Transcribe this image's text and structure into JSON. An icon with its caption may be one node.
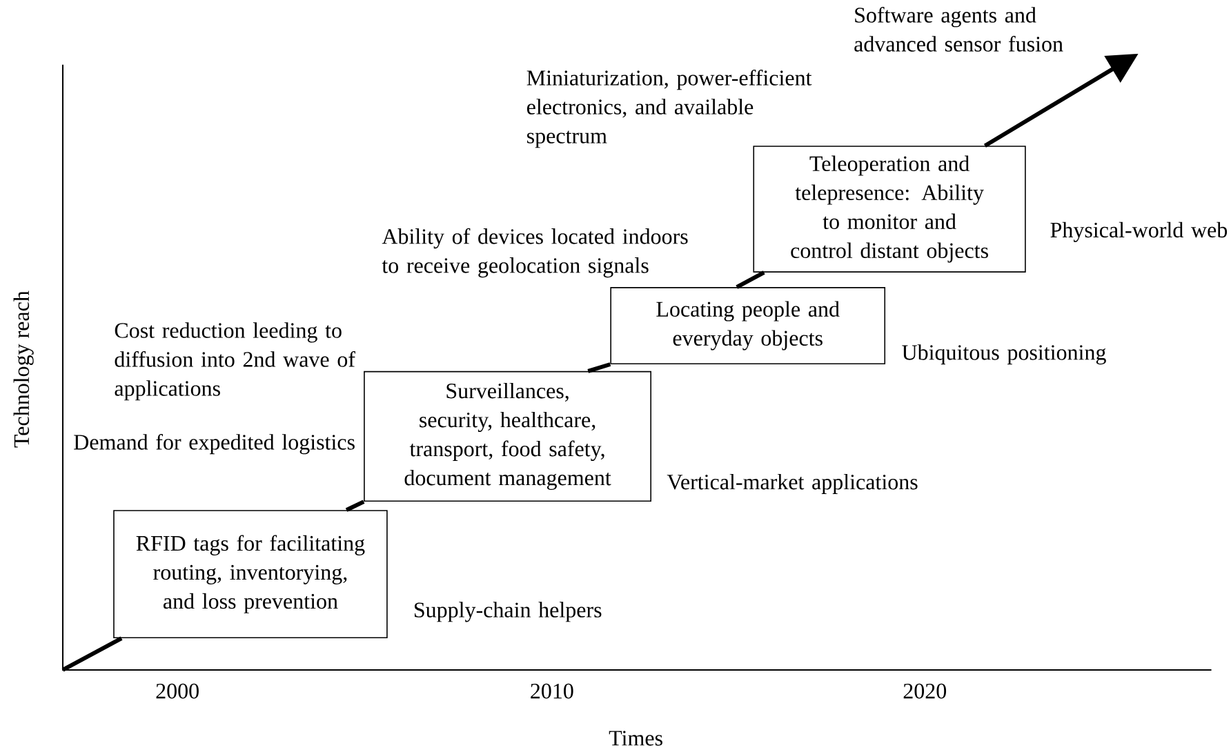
{
  "diagram": {
    "nodes": [
      {
        "text": [
          "RFID tags for facilitating routing, inventorying, and loss prevention"
        ]
      },
      {
        "text": [
          "Surveillances, security, healthcare, transport, food safety, document management"
        ]
      },
      {
        "text": [
          "Locating people and everyday objects"
        ]
      },
      {
        "text": [
          "Teleoperation and telepresence: Ability to monitor and control distant objects"
        ]
      }
    ],
    "edges": [
      {
        "from": null,
        "to": 0,
        "arrow": "none"
      },
      {
        "from": 0,
        "to": 1,
        "arrow": "none"
      },
      {
        "from": 1,
        "to": 2,
        "arrow": "none"
      },
      {
        "from": 2,
        "to": 3,
        "arrow": "none"
      },
      {
        "from": 3,
        "to": null,
        "arrow": "to"
      }
    ],
    "labels": [
      "Software agents and advanced sensor fusion",
      "Miniaturization, power-efficient electronics, and available spectrum",
      "Physical-world web",
      "Ability of devices located indoors to receive geolocation signals",
      "Cost reduction leeding to diffusion into 2nd wave of applications",
      "Ubiquitous positioning",
      "Demand for expedited logistics",
      "Vertical-market applications",
      "Supply-chain helpers",
      "Technology reach",
      "2000",
      "2010",
      "2020",
      "Times"
    ]
  }
}
